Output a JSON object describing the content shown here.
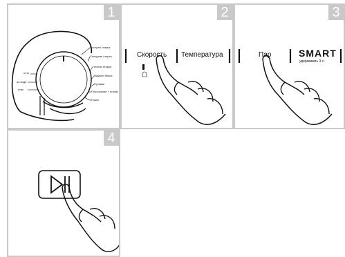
{
  "panels": [
    {
      "number": "1"
    },
    {
      "number": "2"
    },
    {
      "number": "3"
    },
    {
      "number": "4"
    }
  ],
  "dial": {
    "left_labels": [
      "ость",
      "ая вода",
      "ство"
    ],
    "right_labels": [
      "Быстрая стирка",
      "Холодная стирка",
      "Ночная стирка",
      "Нижнее бельё",
      "Пуховик",
      "Полоскание + отжим",
      "Отжим"
    ]
  },
  "panel2": {
    "speed_label": "Скорость",
    "temperature_label": "Температура"
  },
  "panel3": {
    "steam_label": "Пар",
    "smart_label": "SMART",
    "smart_hint": "удерживать 3 с."
  },
  "colors": {
    "panel_border": "#c9c9c9",
    "number_badge": "#c9c9c9",
    "line": "#111111"
  }
}
